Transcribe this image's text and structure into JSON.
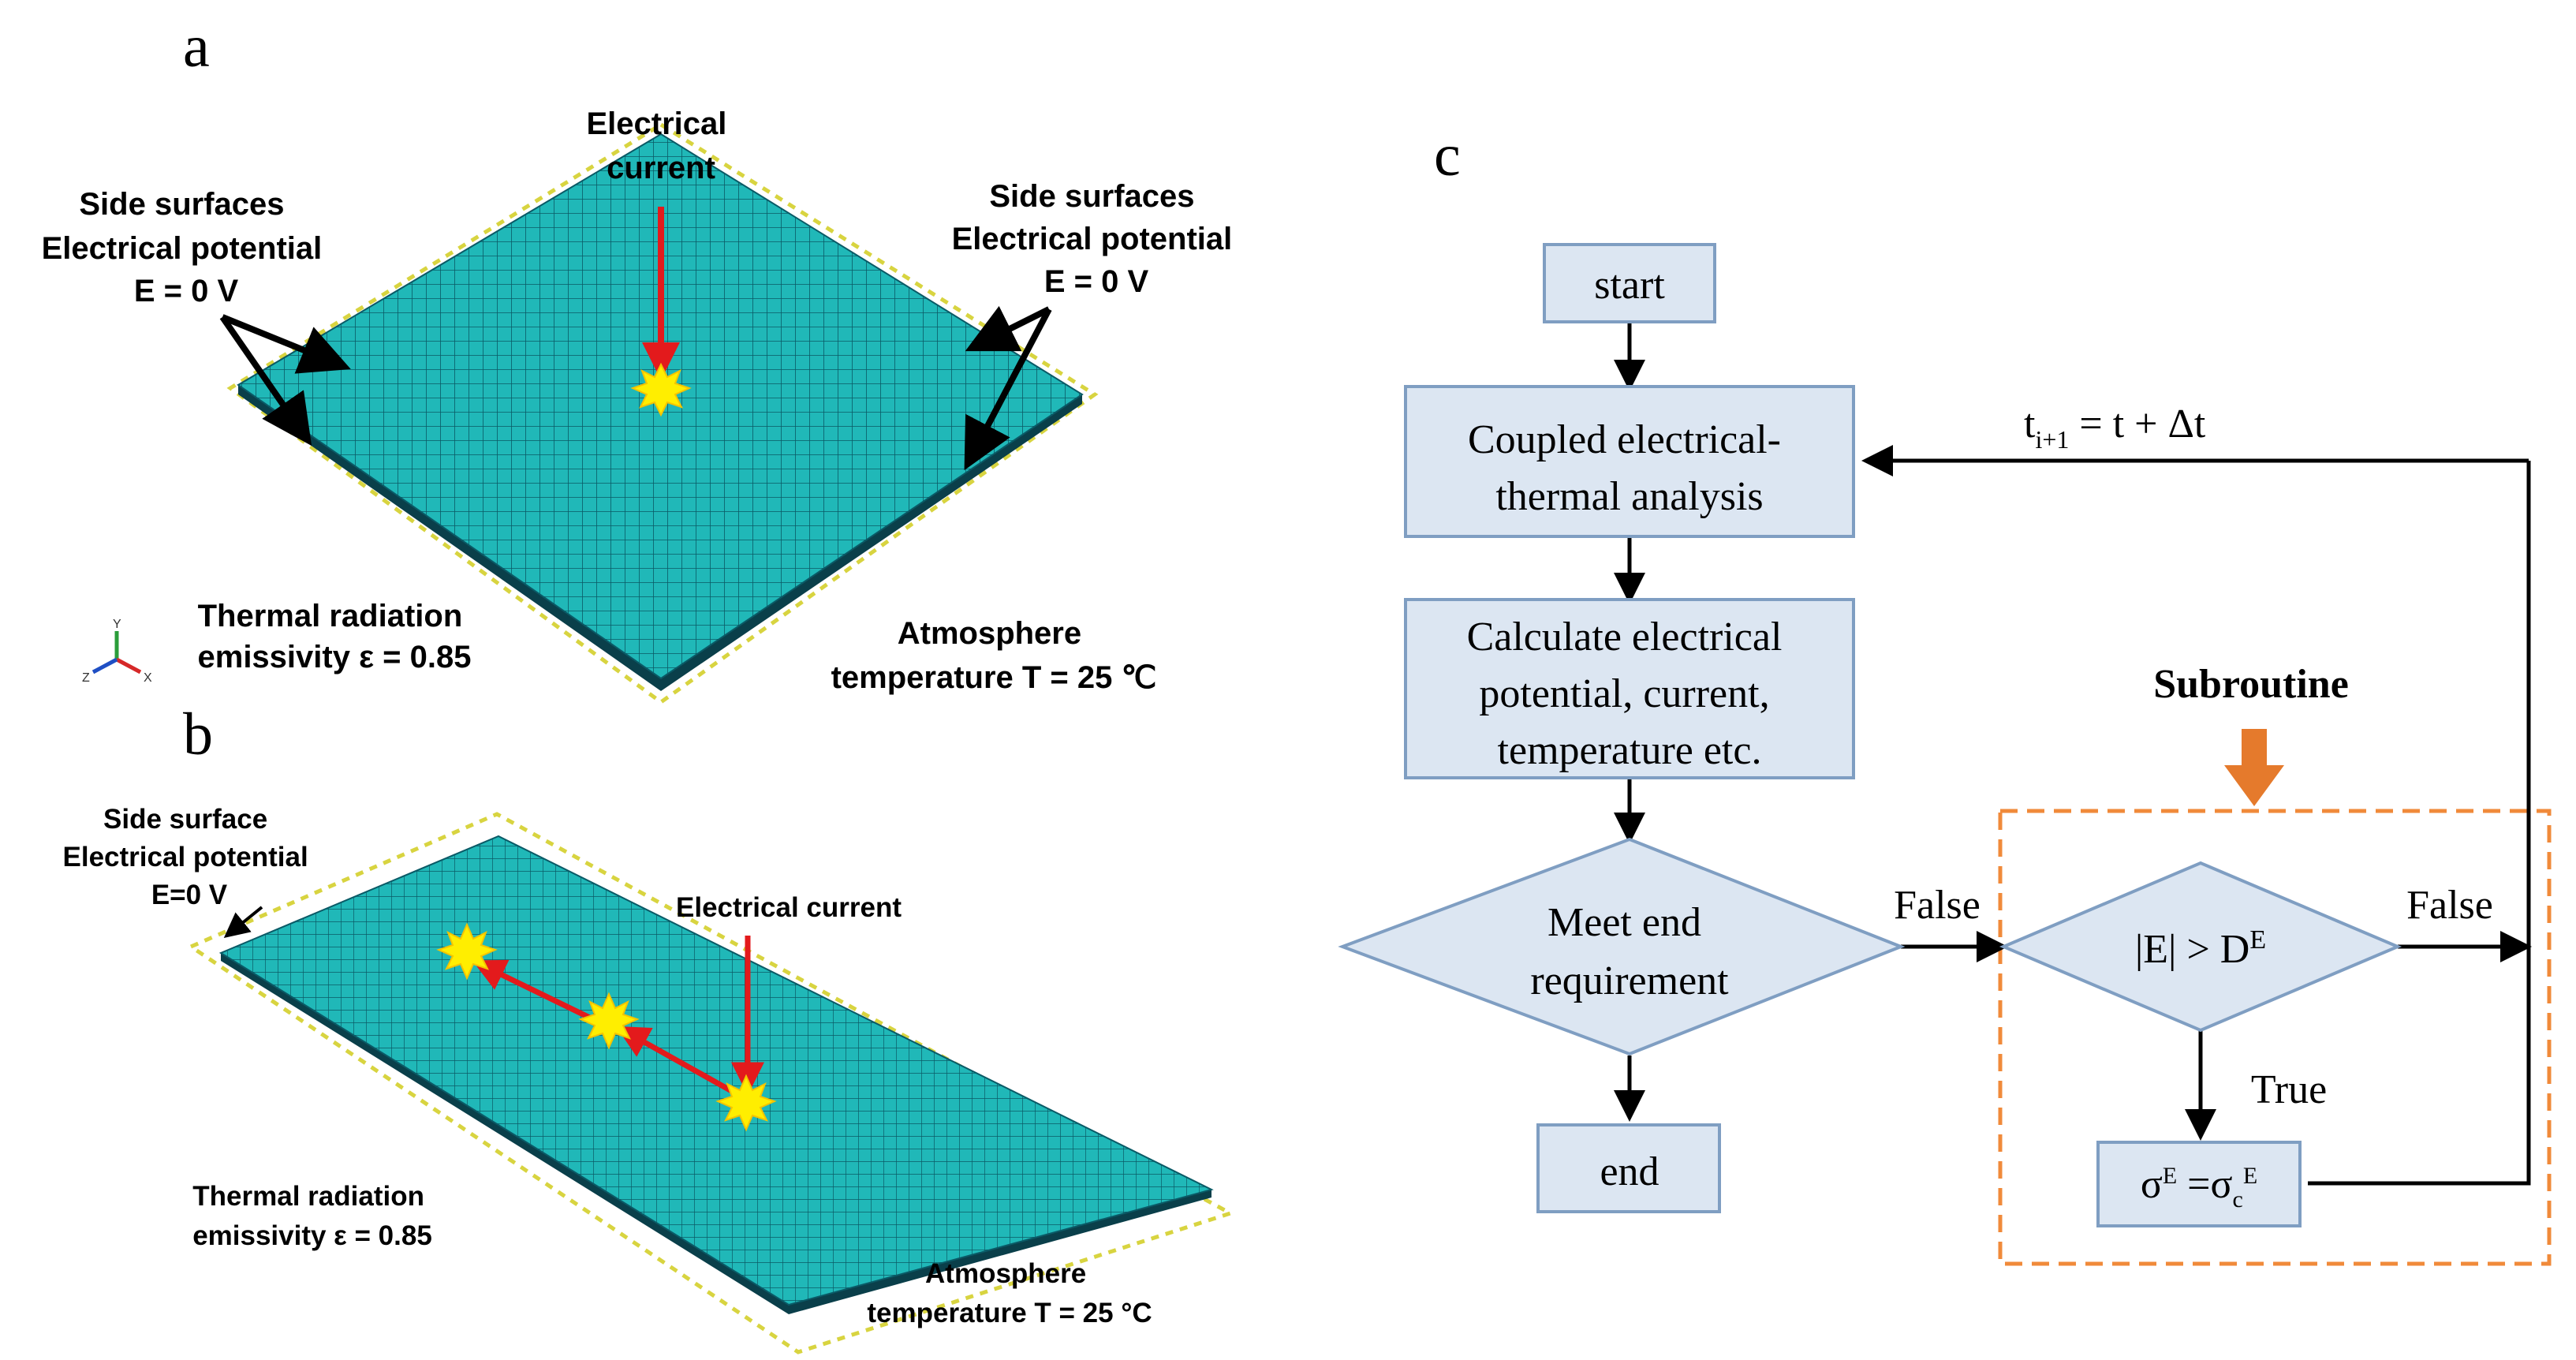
{
  "panel_a": {
    "letter": "a",
    "electrical_current": [
      "Electrical",
      "current"
    ],
    "side_left": [
      "Side surfaces",
      "Electrical potential",
      "E = 0 V"
    ],
    "side_right": [
      "Side surfaces",
      "Electrical potential",
      "E = 0 V"
    ],
    "radiation": [
      "Thermal radiation",
      "emissivity ε = 0.85"
    ],
    "atmosphere": [
      "Atmosphere",
      "temperature T = 25 ℃"
    ],
    "axis_labels": [
      "Y",
      "Z",
      "X"
    ]
  },
  "panel_b": {
    "letter": "b",
    "side": [
      "Side surface",
      "Electrical potential",
      "E=0 V"
    ],
    "electrical_current": "Electrical current",
    "radiation": [
      "Thermal radiation",
      "emissivity ε = 0.85"
    ],
    "atmosphere": [
      "Atmosphere",
      "temperature T = 25 °C"
    ]
  },
  "panel_c": {
    "letter": "c",
    "start": "start",
    "coupled": [
      "Coupled electrical-",
      "thermal analysis"
    ],
    "calculate": [
      "Calculate electrical",
      "potential, current,",
      "temperature etc."
    ],
    "meet_end": [
      "Meet end",
      "requirement"
    ],
    "end": "end",
    "false_left": "False",
    "subroutine": "Subroutine",
    "condition": {
      "main": "|E| > D",
      "sup": "E"
    },
    "false_right": "False",
    "true_label": "True",
    "update": {
      "sigma": "σ",
      "sup1": "E",
      "eq": " =σ",
      "sub": "c",
      "sup2": "E"
    },
    "time_step": {
      "t": "t",
      "sub": "i+1",
      "rest": " = t + Δt"
    }
  },
  "colors": {
    "mesh": "#20b8b8",
    "mesh_line": "#0a5a66",
    "arrow_red": "#e31a1c",
    "spark": "#ffee00",
    "box_fill": "#dce6f2",
    "box_stroke": "#7f9ec2",
    "subroutine_border": "#f08a3a",
    "orange_arrow": "#e57a2c"
  }
}
